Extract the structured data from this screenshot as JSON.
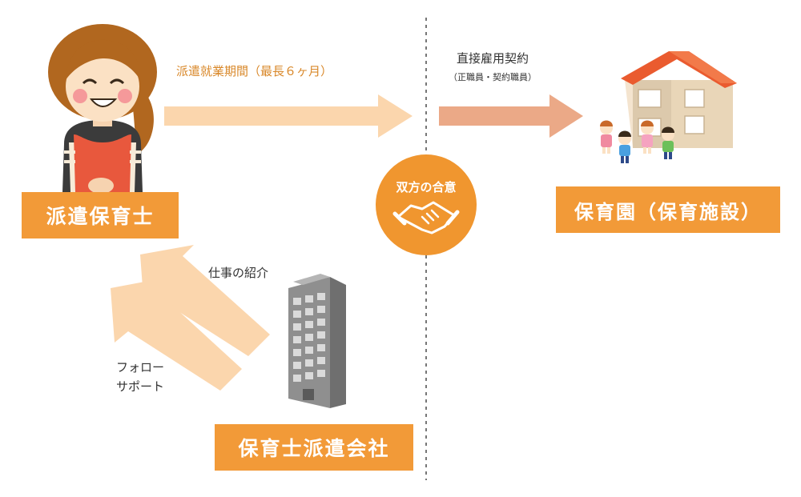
{
  "nodes": {
    "dispatch_nurse": "派遣保育士",
    "nursery": "保育園（保育施設）",
    "agency": "保育士派遣会社"
  },
  "labels": {
    "dispatch_period": "派遣就業期間（最長６ヶ月）",
    "direct_contract": "直接雇用契約",
    "employment_types": "（正職員・契約職員）",
    "mutual_agreement": "双方の合意",
    "job_introduction": "仕事の紹介",
    "follow_line1": "フォロー",
    "follow_line2": "サポート"
  },
  "colors": {
    "orange": "#f29a38",
    "peach_arrow": "#fbd6ad",
    "salmon_arrow": "#eba987",
    "divider": "#555555"
  },
  "icons": [
    "nurse-illustration",
    "nursery-house-illustration",
    "children-illustration",
    "office-building-icon",
    "handshake-icon"
  ]
}
